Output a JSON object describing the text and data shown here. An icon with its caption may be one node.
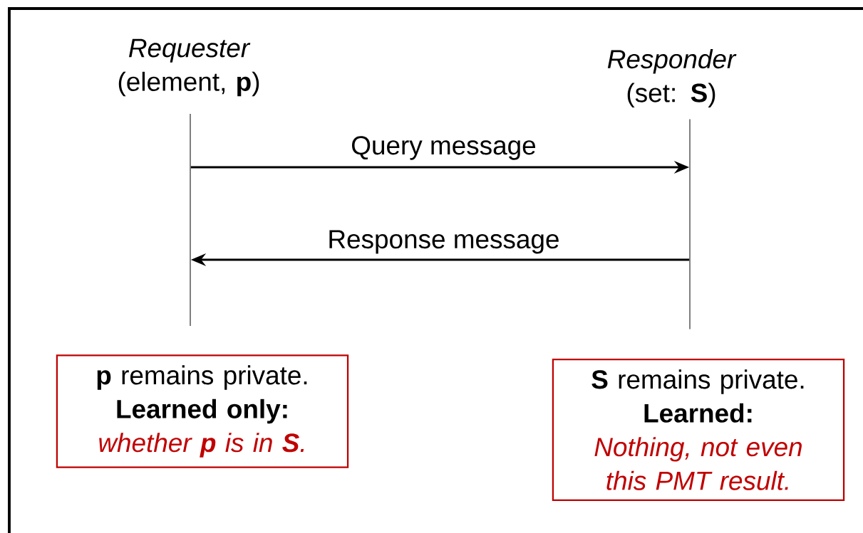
{
  "diagram": {
    "nodes": [
      {
        "text": [
          "Requester",
          "(element, **p**)"
        ]
      },
      {
        "text": [
          "Responder",
          "(set: **S**)"
        ]
      },
      {
        "text": [],
        "shape": "line"
      },
      {
        "text": [],
        "shape": "line"
      },
      {
        "text": [
          "**p** remains private.",
          "Learned only:",
          "whether **p** is in **S**."
        ]
      },
      {
        "text": [
          "**S** remains private.",
          "Learned:",
          "Nothing, not even this PMT result."
        ]
      }
    ],
    "edges": [
      {
        "from": 2,
        "to": 3,
        "arrow": "to",
        "label": "Query message"
      },
      {
        "from": 3,
        "to": 2,
        "arrow": "to",
        "label": "Response message"
      }
    ]
  }
}
